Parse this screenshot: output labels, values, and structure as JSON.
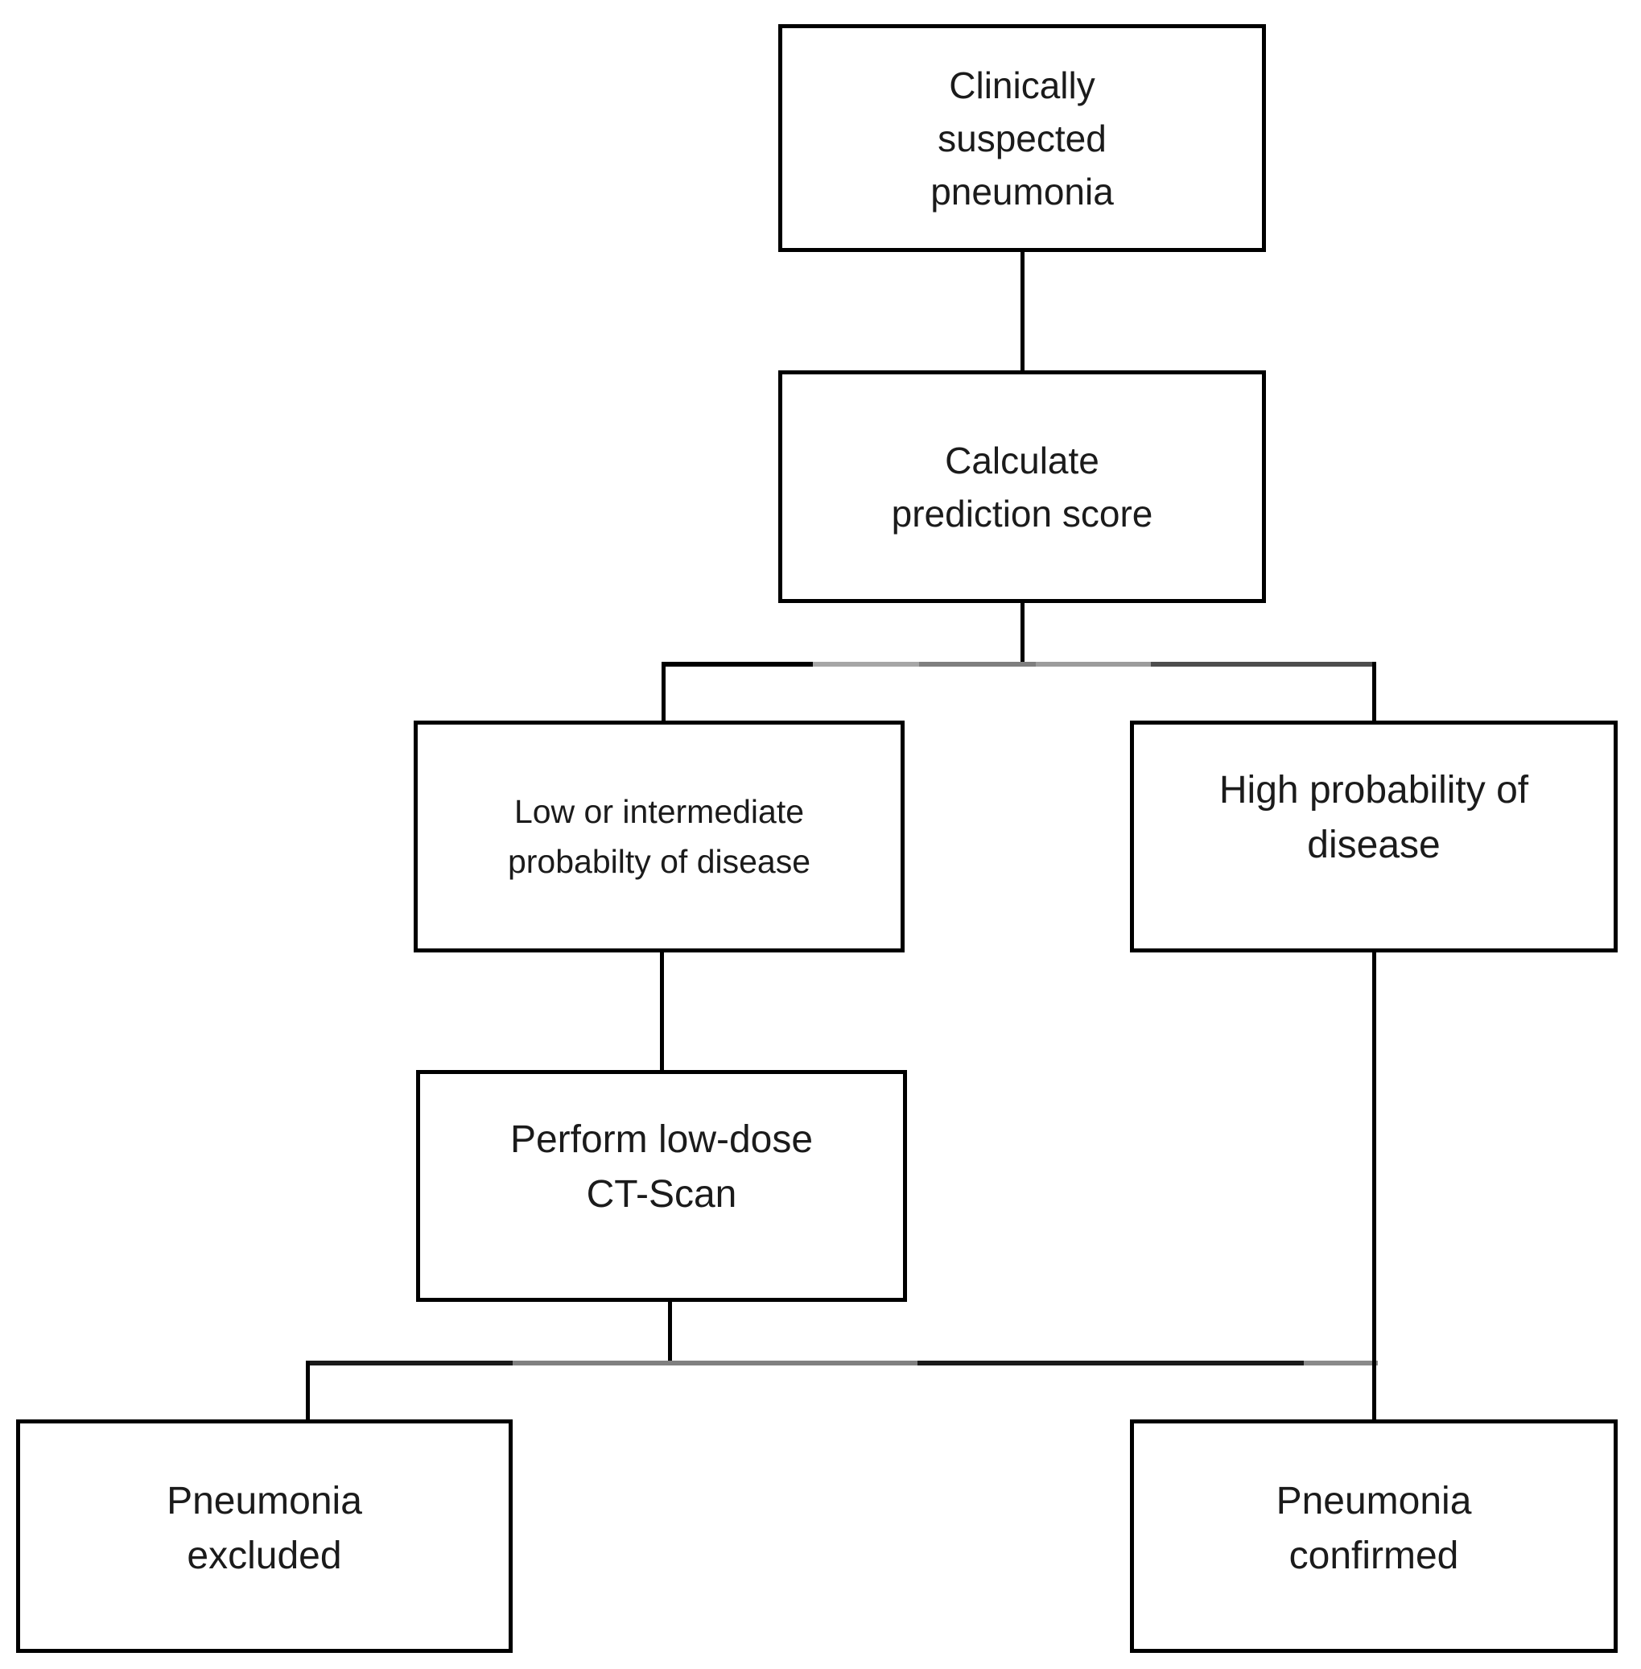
{
  "diagram": {
    "type": "flowchart",
    "topic": "Diagnostic pathway for clinically suspected pneumonia",
    "boxes": {
      "clinically_suspected": {
        "label": "Clinically\nsuspected\npneumonia"
      },
      "calculate_score": {
        "label": "Calculate\nprediction score"
      },
      "low_intermediate": {
        "label": "Low or intermediate\nprobabilty of disease"
      },
      "high_probability": {
        "label": "High probability of\ndisease"
      },
      "ct_scan": {
        "label": "Perform low-dose\nCT-Scan"
      },
      "pneumonia_excluded": {
        "label": "Pneumonia\nexcluded"
      },
      "pneumonia_confirmed": {
        "label": "Pneumonia\nconfirmed"
      }
    },
    "edges": [
      {
        "from": "clinically_suspected",
        "to": "calculate_score"
      },
      {
        "from": "calculate_score",
        "to": "low_intermediate"
      },
      {
        "from": "calculate_score",
        "to": "high_probability"
      },
      {
        "from": "low_intermediate",
        "to": "ct_scan"
      },
      {
        "from": "ct_scan",
        "to": "pneumonia_excluded"
      },
      {
        "from": "ct_scan",
        "to": "pneumonia_confirmed"
      },
      {
        "from": "high_probability",
        "to": "pneumonia_confirmed"
      }
    ],
    "colors": {
      "background": "#ffffff",
      "box_border": "#000000",
      "text": "#1b1b1b",
      "connector_black": "#000000",
      "connector_gray_light": "#a6a6a6",
      "connector_gray_mid": "#7f7f7f",
      "connector_gray_dark": "#4d4d4d"
    }
  }
}
